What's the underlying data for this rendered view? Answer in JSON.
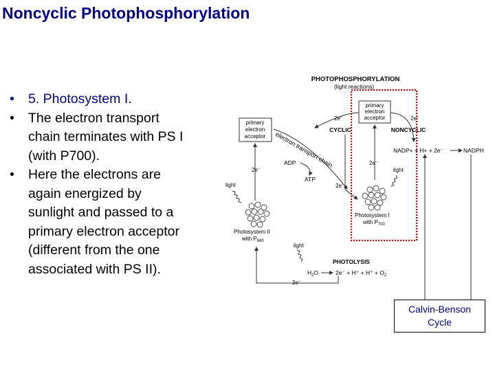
{
  "slide": {
    "title": "Noncyclic Photophosphorylation",
    "bullets": [
      {
        "lines": [
          "5. Photosystem I."
        ]
      },
      {
        "lines": [
          "The electron transport",
          "chain terminates with PS I",
          "(with P700)."
        ]
      },
      {
        "lines": [
          "Here the electrons are",
          "again energized by",
          "sunlight and passed to a",
          "primary electron acceptor",
          "(different from the one",
          "associated with PS II)."
        ]
      }
    ],
    "bullet_symbol": "•"
  },
  "diagram": {
    "header": "PHOTOPHOSPHORYLATION",
    "subheader": "(light reactions)",
    "cyclic": "CYCLIC",
    "noncyclic": "NONCYCLIC",
    "pea_left": [
      "primary",
      "electron",
      "acceptor"
    ],
    "pea_right": [
      "primary",
      "electron",
      "acceptor"
    ],
    "etc": "electron transport chain",
    "adp": "ADP",
    "atp": "ATP",
    "e2_base": "2e",
    "e_sup": "−",
    "light": "light",
    "ps2": [
      "Photosystem II",
      "with P"
    ],
    "ps2_sub": "680",
    "ps1": [
      "Photosystem I",
      "with P"
    ],
    "ps1_sub": "700",
    "nadp_left": "NADP+ + H+ + 2e",
    "nadp_right": "NADPH",
    "photolysis": "PHOTOLYSIS",
    "h2o_base": "H",
    "h2o_sub": "2",
    "h2o_end": "O",
    "photolysis_products": "2e⁻ + H⁺ + H⁺ + O",
    "o2_sub": "2",
    "calvin": [
      "Calvin-Benson",
      "Cycle"
    ],
    "highlight_color": "#cc0000"
  }
}
